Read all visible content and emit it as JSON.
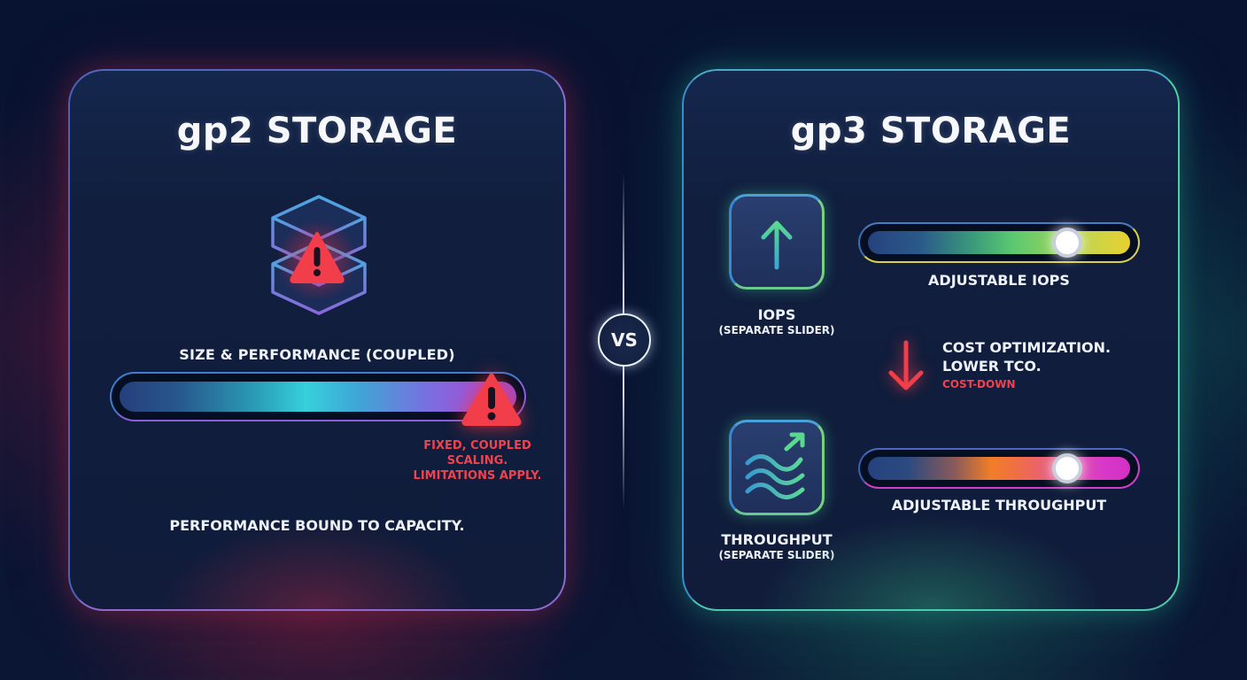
{
  "gp2": {
    "title": "gp2 STORAGE",
    "icon": "stacked-cube-warning-icon",
    "coupled_label": "SIZE & PERFORMANCE (COUPLED)",
    "bar": {
      "icon": "warning-triangle-icon",
      "gradient": [
        "#253f7c",
        "#36d0dc",
        "#a54fd4"
      ]
    },
    "warning_lines": [
      "FIXED, COUPLED",
      "SCALING.",
      "LIMITATIONS APPLY."
    ],
    "footer": "PERFORMANCE BOUND TO CAPACITY.",
    "accent": "#f0434f"
  },
  "divider": {
    "label": "VS"
  },
  "gp3": {
    "title": "gp3 STORAGE",
    "iops": {
      "icon": "arrow-up-icon",
      "label": "IOPS",
      "sublabel": "(SEPARATE SLIDER)",
      "slider_caption": "ADJUSTABLE IOPS",
      "slider_position_pct": 71,
      "gradient": [
        "#26427e",
        "#5ac870",
        "#e8d030"
      ]
    },
    "cost": {
      "icon": "arrow-down-icon",
      "line1": "COST OPTIMIZATION.",
      "line2": "LOWER TCO.",
      "tag": "COST-DOWN",
      "color": "#f0434f"
    },
    "throughput": {
      "icon": "waves-trend-up-icon",
      "label": "THROUGHPUT",
      "sublabel": "(SEPARATE SLIDER)",
      "slider_caption": "ADJUSTABLE THROUGHPUT",
      "slider_position_pct": 71,
      "gradient": [
        "#26427e",
        "#f07e28",
        "#d430c4"
      ]
    }
  }
}
